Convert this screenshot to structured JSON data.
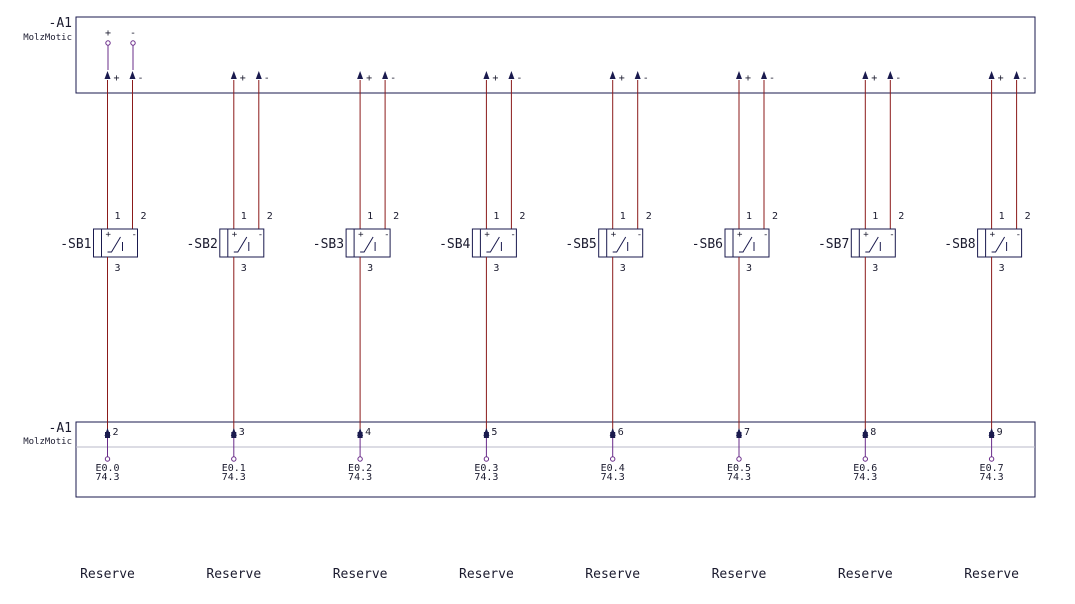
{
  "top_module": {
    "designation": "-A1",
    "name": "MolzMotic"
  },
  "bottom_module": {
    "designation": "-A1",
    "name": "MolzMotic"
  },
  "supply_terminals": {
    "plus": "+",
    "minus": "-"
  },
  "channel_pin_labels": {
    "plus": "+",
    "minus": "-",
    "pin1": "1",
    "pin2": "2",
    "pin3": "3"
  },
  "channels": [
    {
      "device": "-SB1",
      "input_pin": "2",
      "address": "E0.0",
      "page_ref": "74.3",
      "note": "Reserve"
    },
    {
      "device": "-SB2",
      "input_pin": "3",
      "address": "E0.1",
      "page_ref": "74.3",
      "note": "Reserve"
    },
    {
      "device": "-SB3",
      "input_pin": "4",
      "address": "E0.2",
      "page_ref": "74.3",
      "note": "Reserve"
    },
    {
      "device": "-SB4",
      "input_pin": "5",
      "address": "E0.3",
      "page_ref": "74.3",
      "note": "Reserve"
    },
    {
      "device": "-SB5",
      "input_pin": "6",
      "address": "E0.4",
      "page_ref": "74.3",
      "note": "Reserve"
    },
    {
      "device": "-SB6",
      "input_pin": "7",
      "address": "E0.5",
      "page_ref": "74.3",
      "note": "Reserve"
    },
    {
      "device": "-SB7",
      "input_pin": "8",
      "address": "E0.6",
      "page_ref": "74.3",
      "note": "Reserve"
    },
    {
      "device": "-SB8",
      "input_pin": "9",
      "address": "E0.7",
      "page_ref": "74.3",
      "note": "Reserve"
    }
  ],
  "colors": {
    "wire": "#8b1a1a",
    "frame": "#1a1a4e",
    "terminal": "#6a2c8a",
    "text": "#1a1a2e"
  }
}
